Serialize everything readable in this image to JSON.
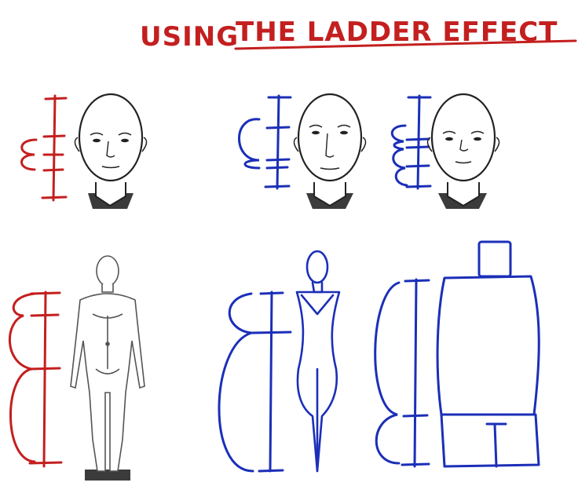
{
  "title": {
    "text": "USING THE LADDER EFFECT",
    "prefix": "USING",
    "emphasis": "THE LADDER EFFECT"
  },
  "colors": {
    "red": "#c41f1f",
    "blue": "#1b2fb8",
    "ink": "#222222",
    "shadow": "#3b3b3b",
    "skin": "#ffffff",
    "paper": "#ffffff"
  },
  "panels": [
    {
      "id": "head-ladder-red",
      "subject": "head",
      "ink": "red"
    },
    {
      "id": "head-ladder-blue-a",
      "subject": "head",
      "ink": "blue"
    },
    {
      "id": "head-ladder-blue-b",
      "subject": "head",
      "ink": "blue"
    },
    {
      "id": "body-ladder-red",
      "subject": "full-body",
      "ink": "red"
    },
    {
      "id": "body-ladder-blue-figure",
      "subject": "stick-figure",
      "ink": "blue"
    },
    {
      "id": "body-ladder-blue-blocks",
      "subject": "block-figure",
      "ink": "blue"
    }
  ]
}
